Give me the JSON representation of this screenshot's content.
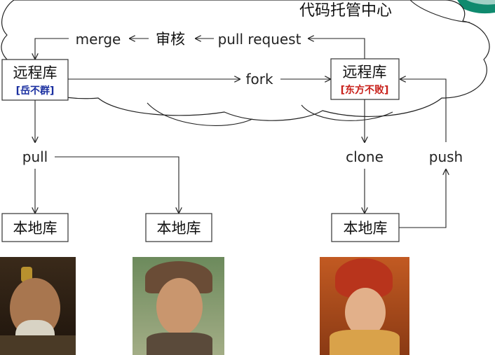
{
  "cloud": {
    "title": "代码托管中心"
  },
  "nodes": {
    "remote_left": {
      "title": "远程库",
      "owner": "[岳不群]"
    },
    "remote_right": {
      "title": "远程库",
      "owner": "[东方不败]"
    },
    "local_1": {
      "title": "本地库"
    },
    "local_2": {
      "title": "本地库"
    },
    "local_3": {
      "title": "本地库"
    }
  },
  "edges": {
    "merge": "merge",
    "review": "审核",
    "pull_request": "pull request",
    "fork": "fork",
    "pull": "pull",
    "clone": "clone",
    "push": "push"
  },
  "colors": {
    "owner_left": "#1a2fa0",
    "owner_right": "#c8201a",
    "banner": "#0f8a6e"
  }
}
